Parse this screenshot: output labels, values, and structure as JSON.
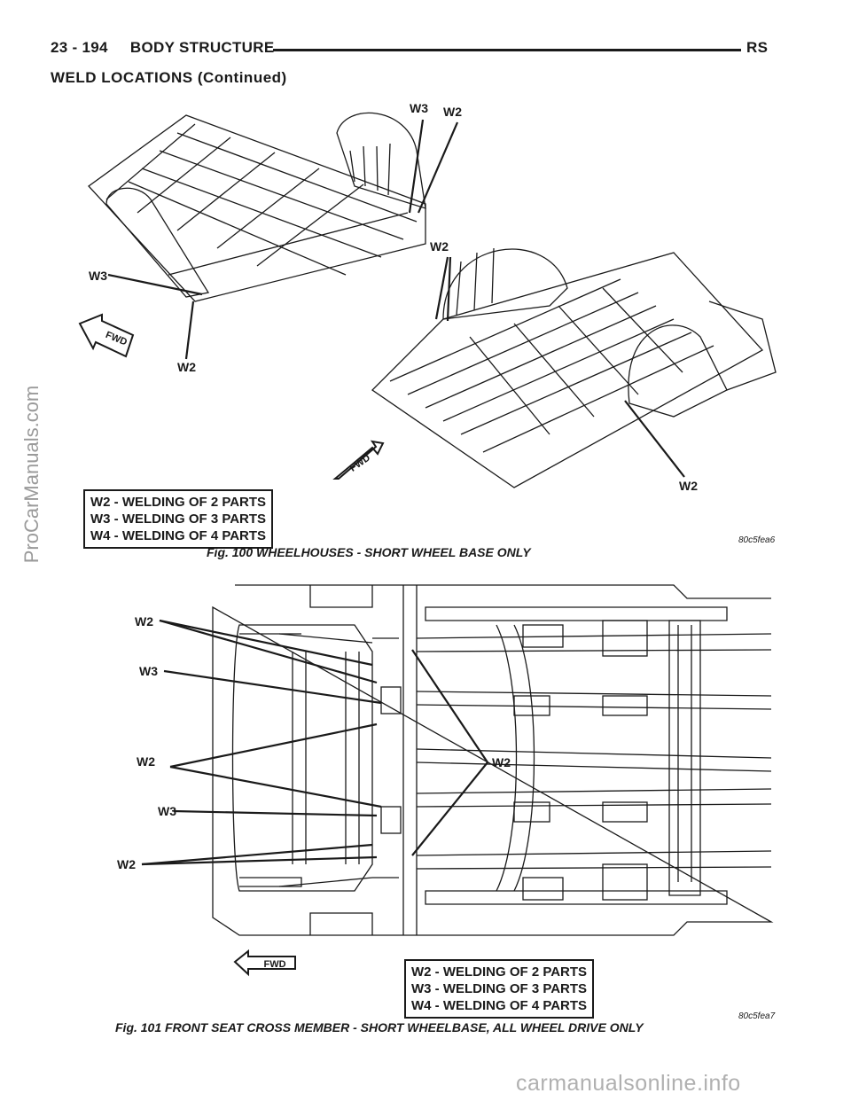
{
  "header": {
    "page_ref": "23 - 194",
    "section": "BODY STRUCTURE",
    "code": "RS"
  },
  "section_title": "WELD LOCATIONS (Continued)",
  "figure_100": {
    "caption": "Fig. 100 WHEELHOUSES - SHORT WHEEL BASE ONLY",
    "image_code": "80c5fea6",
    "legend": [
      "W2 - WELDING OF 2 PARTS",
      "W3 - WELDING OF 3 PARTS",
      "W4 - WELDING OF 4 PARTS"
    ],
    "callouts": [
      "W3",
      "W2",
      "W2",
      "W3",
      "W2",
      "W2"
    ],
    "fwd_labels": [
      "FWD",
      "FWD"
    ]
  },
  "figure_101": {
    "caption": "Fig. 101 FRONT SEAT CROSS MEMBER - SHORT WHEELBASE, ALL WHEEL DRIVE ONLY",
    "image_code": "80c5fea7",
    "legend": [
      "W2 - WELDING OF 2 PARTS",
      "W3 - WELDING OF 3 PARTS",
      "W4 - WELDING OF 4 PARTS"
    ],
    "callouts": [
      "W2",
      "W3",
      "W2",
      "W3",
      "W2",
      "W2"
    ],
    "fwd_label": "FWD"
  },
  "watermark": "ProCarManuals.com",
  "footer_watermark": "carmanualsonline.info",
  "colors": {
    "ink": "#1a1a1a",
    "watermark": "#9a9a9a"
  }
}
